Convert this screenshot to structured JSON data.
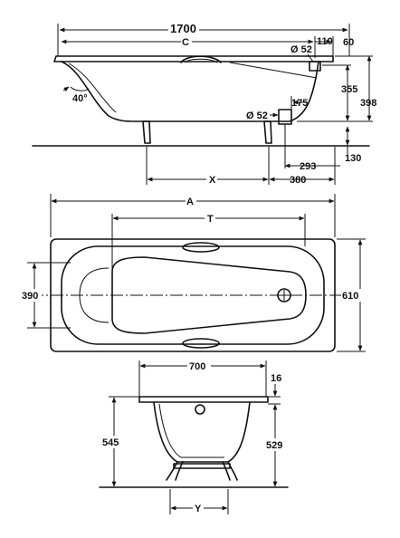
{
  "side_view": {
    "total_length": "1700",
    "dim_c": "C",
    "dim_110": "110",
    "dim_60": "60",
    "drain_dia": "Ø 52",
    "angle": "40°",
    "dim_355": "355",
    "dim_398": "398",
    "dim_175": "175",
    "overflow_dia": "Ø 52",
    "dim_293": "293",
    "dim_130": "130",
    "dim_x": "X",
    "dim_380": "380"
  },
  "top_view": {
    "dim_a": "A",
    "dim_t": "T",
    "width_inner": "390",
    "width_outer": "610"
  },
  "end_view": {
    "dim_700": "700",
    "dim_16": "16",
    "dim_545": "545",
    "dim_529": "529",
    "dim_y": "Y"
  },
  "colors": {
    "ink": "#111111",
    "paper": "#ffffff"
  }
}
